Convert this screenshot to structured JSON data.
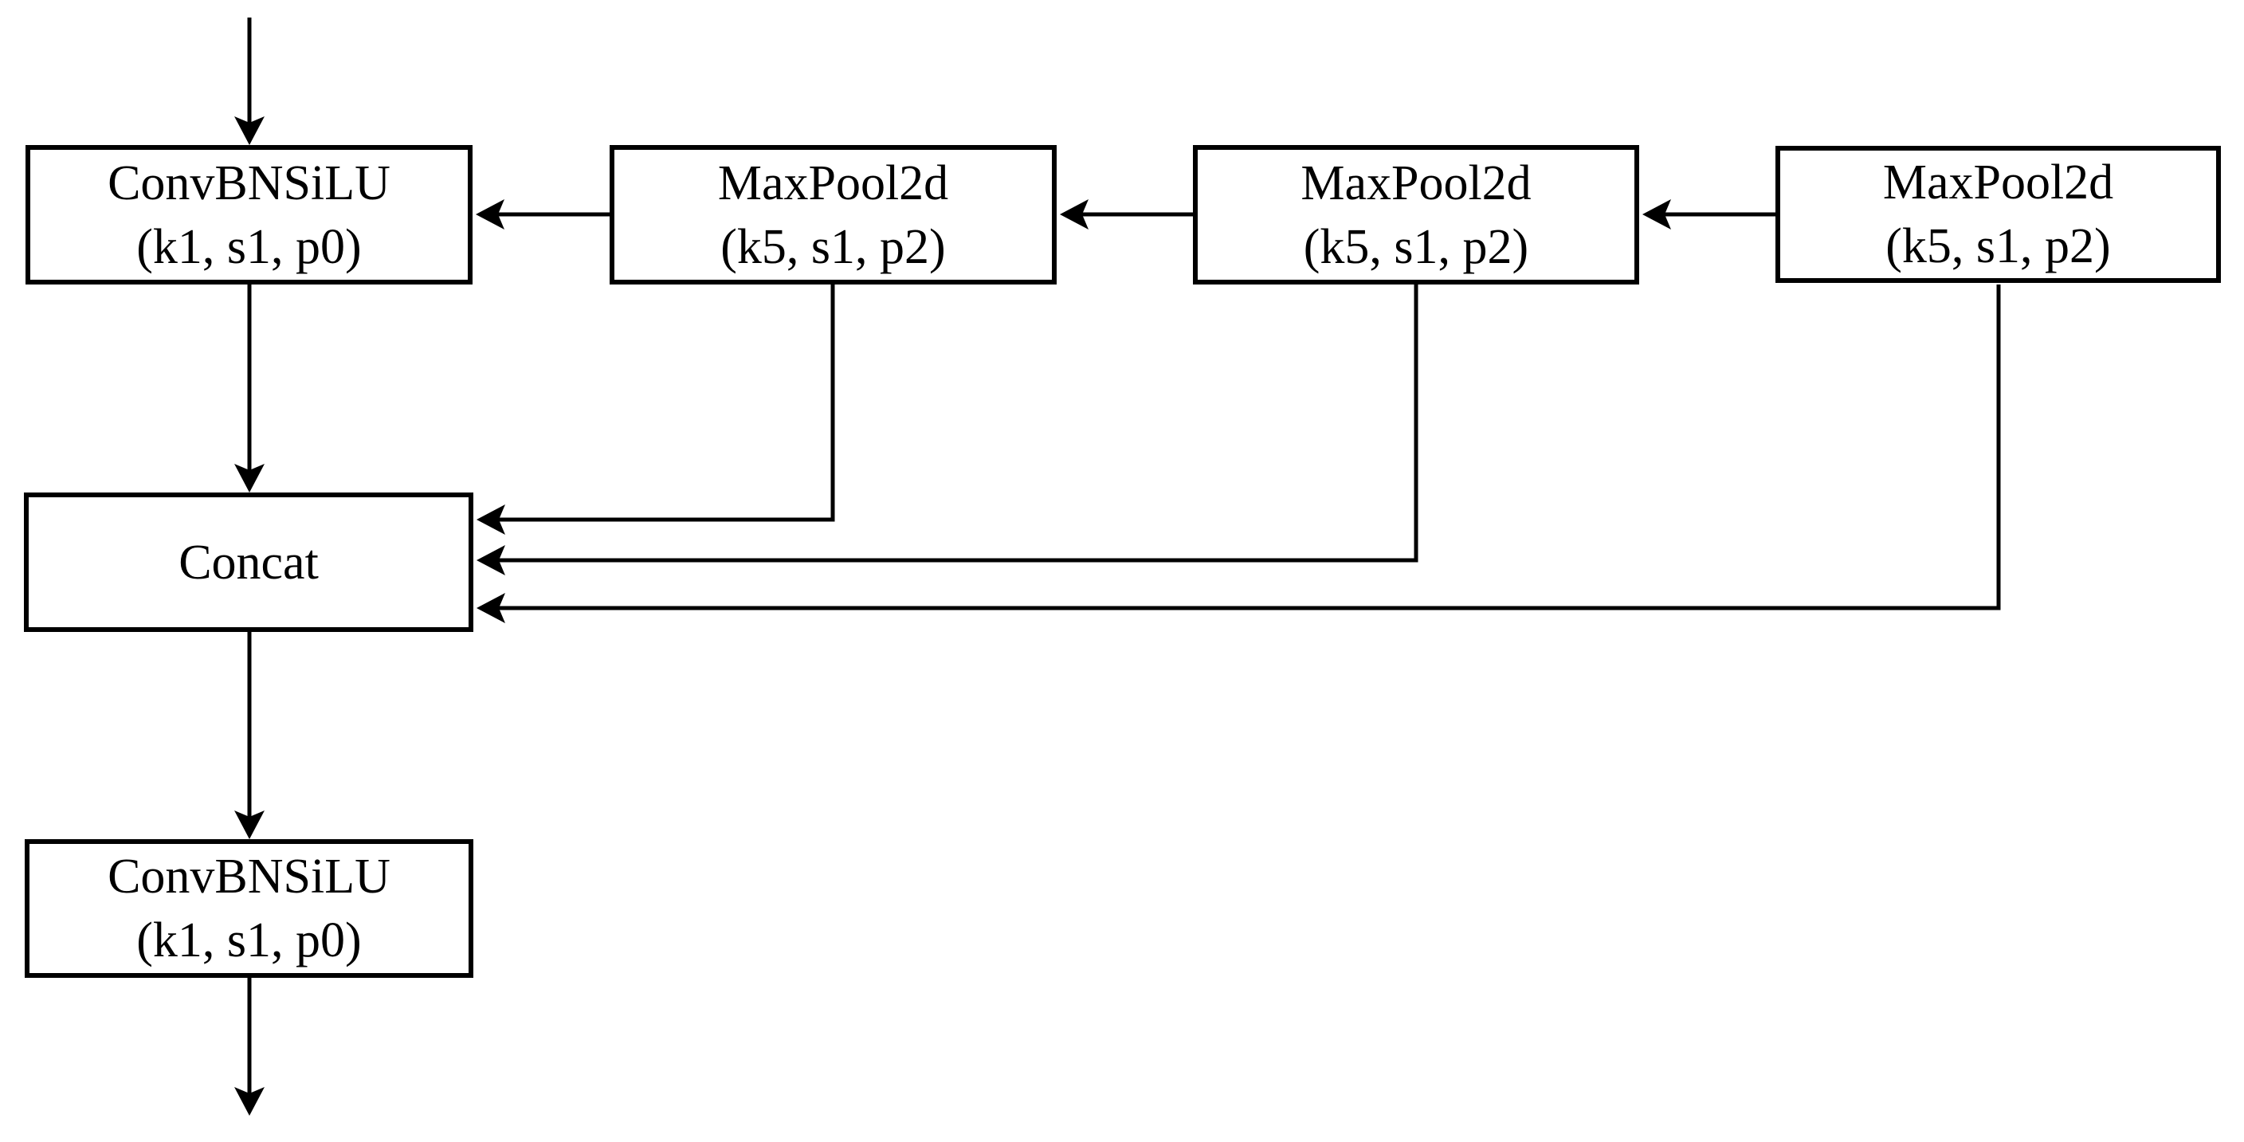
{
  "diagram": {
    "background_color": "#ffffff",
    "stroke_color": "#000000",
    "nodes": {
      "conv_top": {
        "line1": "ConvBNSiLU",
        "line2": "(k1, s1, p0)"
      },
      "maxpool_1": {
        "line1": "MaxPool2d",
        "line2": "(k5, s1, p2)"
      },
      "maxpool_2": {
        "line1": "MaxPool2d",
        "line2": "(k5, s1, p2)"
      },
      "maxpool_3": {
        "line1": "MaxPool2d",
        "line2": "(k5, s1, p2)"
      },
      "concat": {
        "line1": "Concat"
      },
      "conv_bottom": {
        "line1": "ConvBNSiLU",
        "line2": "(k1, s1, p0)"
      }
    },
    "edges": [
      {
        "from": "input",
        "to": "conv_top"
      },
      {
        "from": "maxpool_1",
        "to": "conv_top"
      },
      {
        "from": "maxpool_2",
        "to": "maxpool_1"
      },
      {
        "from": "maxpool_3",
        "to": "maxpool_2"
      },
      {
        "from": "conv_top",
        "to": "concat"
      },
      {
        "from": "maxpool_1",
        "to": "concat"
      },
      {
        "from": "maxpool_2",
        "to": "concat"
      },
      {
        "from": "maxpool_3",
        "to": "concat"
      },
      {
        "from": "concat",
        "to": "conv_bottom"
      },
      {
        "from": "conv_bottom",
        "to": "output"
      }
    ]
  }
}
